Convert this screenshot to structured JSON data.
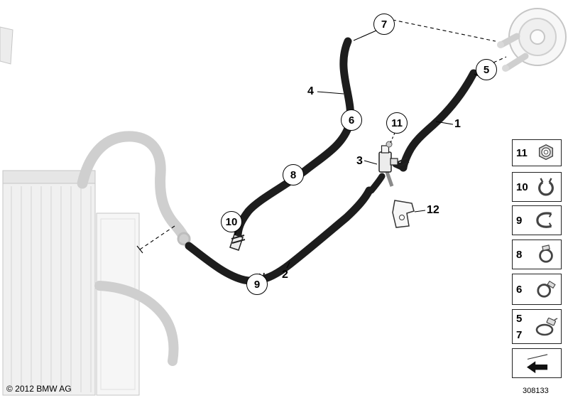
{
  "footer": {
    "copyright": "© 2012 BMW AG",
    "doc_number": "308133"
  },
  "callouts": {
    "circled": [
      {
        "id": "7"
      },
      {
        "id": "5"
      },
      {
        "id": "6"
      },
      {
        "id": "11"
      },
      {
        "id": "8"
      },
      {
        "id": "10"
      },
      {
        "id": "9"
      }
    ],
    "plain": [
      {
        "id": "4"
      },
      {
        "id": "1"
      },
      {
        "id": "3"
      },
      {
        "id": "2"
      },
      {
        "id": "12"
      }
    ]
  },
  "legend": {
    "items": [
      {
        "number": "11",
        "icon": "hex-nut-icon"
      },
      {
        "number": "10",
        "icon": "spring-band-clamp-icon"
      },
      {
        "number": "9",
        "icon": "retaining-clip-icon"
      },
      {
        "number": "8",
        "icon": "hose-clamp-icon"
      },
      {
        "number": "6",
        "icon": "screw-type-clamp-icon"
      },
      {
        "number": "5",
        "number2": "7",
        "icon": "worm-drive-clamp-icon"
      },
      {
        "number": "",
        "icon": "installation-direction-arrow-icon"
      }
    ]
  },
  "colors": {
    "hose_black": "#1d1d1d",
    "faded_part_gray": "#cfcfcf",
    "outline_black": "#000000",
    "background": "#ffffff"
  }
}
